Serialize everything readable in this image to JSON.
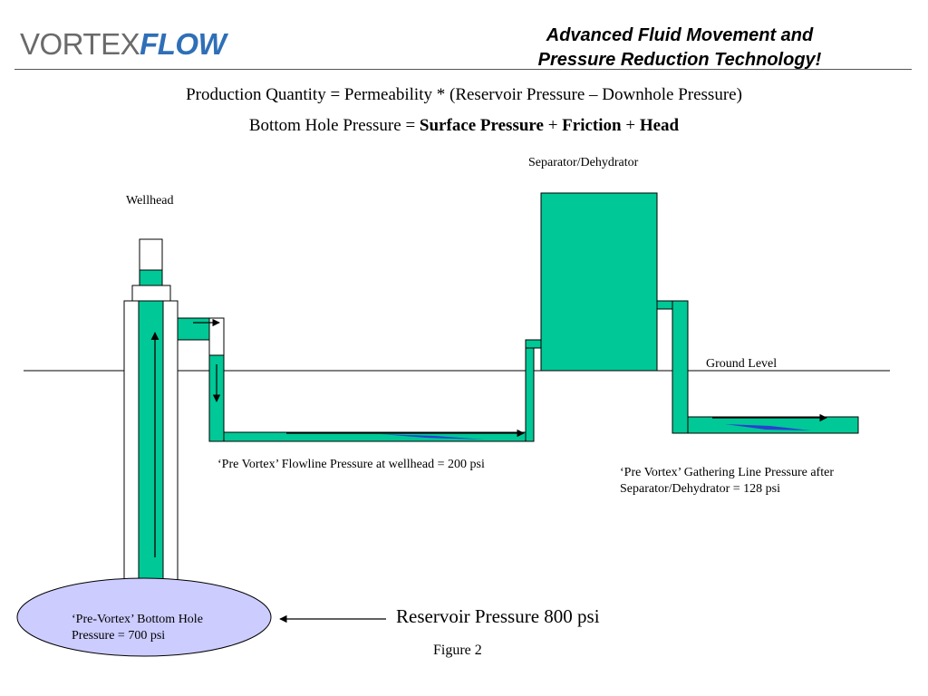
{
  "header": {
    "logo_part1": "VORTEX",
    "logo_part2": "FLOW",
    "tagline_line1": "Advanced Fluid Movement and",
    "tagline_line2": "Pressure Reduction Technology!"
  },
  "equations": {
    "production": "Production Quantity = Permeability * (Reservoir Pressure – Downhole Pressure)",
    "bhp_prefix": "Bottom Hole Pressure = ",
    "bhp_term1": "Surface Pressure",
    "bhp_plus1": " + ",
    "bhp_term2": "Friction",
    "bhp_plus2": " + ",
    "bhp_term3": "Head"
  },
  "diagram": {
    "wellhead_label": "Wellhead",
    "separator_label": "Separator/Dehydrator",
    "ground_label": "Ground Level",
    "flowline_label": "‘Pre Vortex’ Flowline Pressure at wellhead = 200 psi",
    "gathering_label": "‘Pre Vortex’ Gathering Line Pressure after Separator/Dehydrator  = 128 psi",
    "bottom_label": "‘Pre-Vortex’ Bottom Hole Pressure = 700 psi",
    "reservoir_label": "Reservoir Pressure 800 psi",
    "figure_caption": "Figure 2"
  },
  "colors": {
    "fluid": "#00c896",
    "reservoir_fill": "#ccccff",
    "logo_gray": "#6a6a6a",
    "logo_blue": "#2f6fb7",
    "streak_blue": "#2b3fd0"
  }
}
